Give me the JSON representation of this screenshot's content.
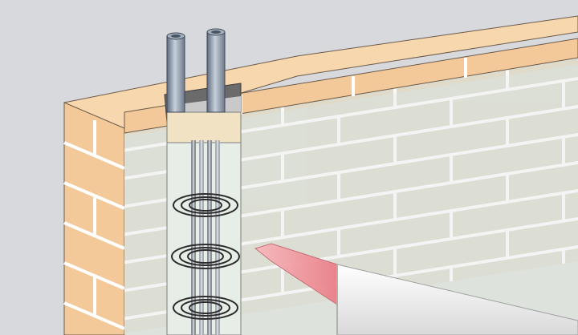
{
  "diagram": {
    "subject": "brick-wall-cutaway-with-pipes-and-cables",
    "colors": {
      "background": "#d8d9dc",
      "brick_face": "#f3c99a",
      "brick_top": "#f7d7ad",
      "brick_side": "#e9b784",
      "mortar": "#ffffff",
      "transparent_wall": "#d9dfd8",
      "pipe": "#7f8da0",
      "pipe_highlight": "#c7d0db",
      "cable": "#8a9098",
      "nozzle": "#f19aa0",
      "caulk_tube": "#f4f4f4"
    },
    "elements": [
      "pipe-left",
      "pipe-right",
      "cable-bundle",
      "sealant-coils",
      "caulking-gun"
    ]
  }
}
